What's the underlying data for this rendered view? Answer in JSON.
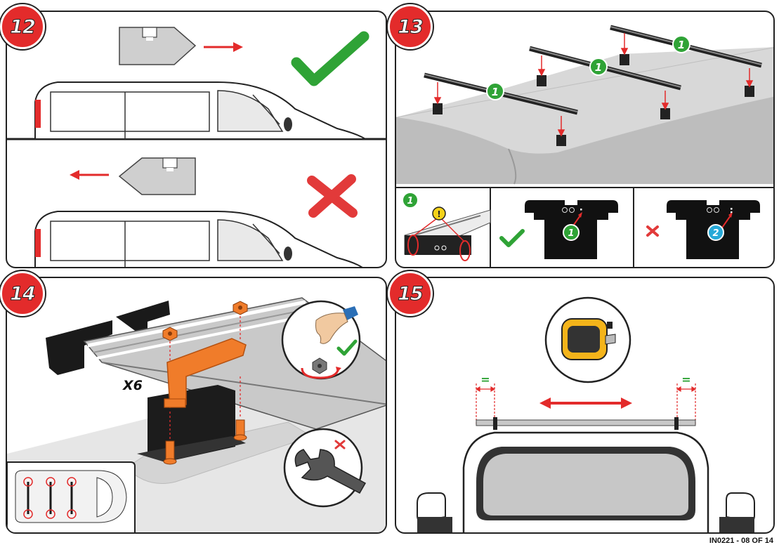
{
  "steps": {
    "s12": "12",
    "s13": "13",
    "s14": "14",
    "s15": "15"
  },
  "panel13": {
    "bar_numbers": [
      "1",
      "1",
      "1"
    ],
    "detail_number": "1",
    "good_number": "1",
    "bad_number": "2",
    "warning": "!"
  },
  "panel14": {
    "quantity": "X6"
  },
  "panel15": {
    "equal_left": "=",
    "equal_right": "="
  },
  "colors": {
    "step_badge": "#e32b2b",
    "arrow": "#e32b2b",
    "check": "#2fa336",
    "cross": "#e23a3a",
    "bracket": "#f07c2a",
    "number_badge_green": "#2fa336",
    "number_badge_blue": "#27a9d8",
    "warning_yellow": "#f4d21a"
  },
  "footer": "IN0221 - 08 OF 14"
}
